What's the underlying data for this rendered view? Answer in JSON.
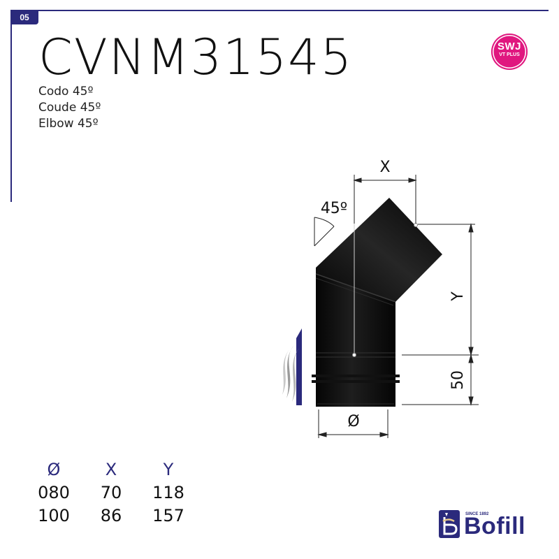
{
  "header": {
    "section_tab": "05",
    "product_code": "CVNM31545",
    "names": [
      "Codo 45º",
      "Coude 45º",
      "Elbow 45º"
    ],
    "badge": {
      "line1": "SWJ",
      "line2": "VT PLUS",
      "color": "#e0177f"
    }
  },
  "drawing": {
    "angle_label": "45º",
    "dim_x_label": "X",
    "dim_y_label": "Y",
    "dim_height_label": "50",
    "dim_diameter_label": "Ø"
  },
  "dimensions_table": {
    "headers": [
      "Ø",
      "X",
      "Y"
    ],
    "rows": [
      [
        "080",
        "70",
        "118"
      ],
      [
        "100",
        "86",
        "157"
      ]
    ]
  },
  "brand": {
    "since": "SINCE 1892",
    "name": "Bofill",
    "color": "#2b2a7c"
  }
}
